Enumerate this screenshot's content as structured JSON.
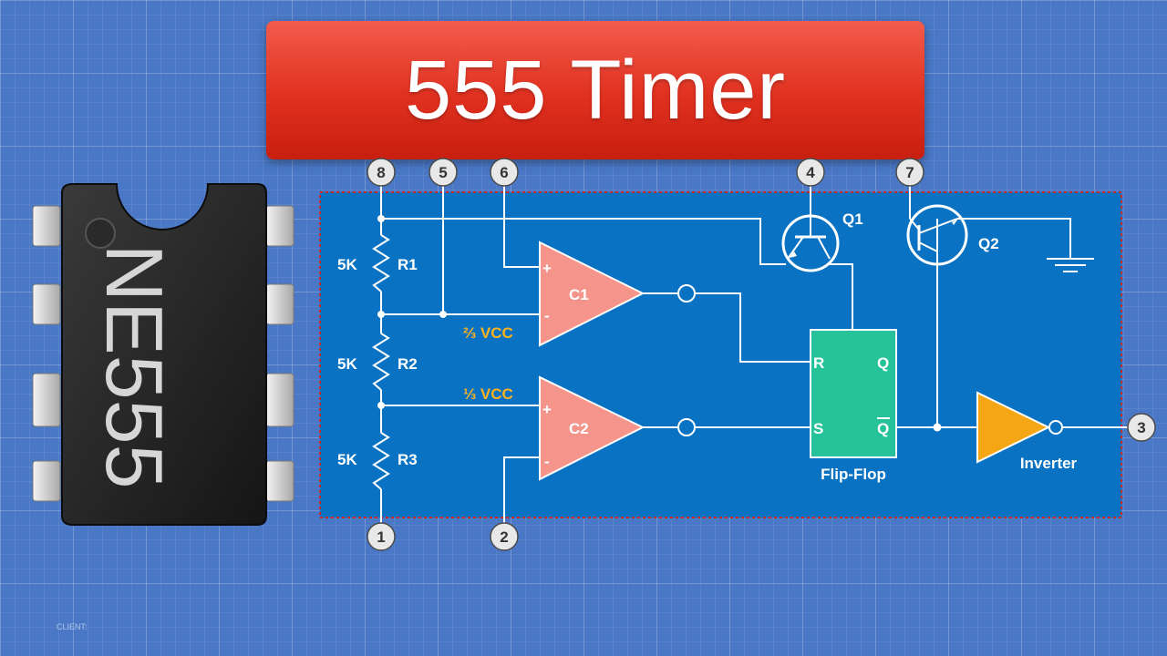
{
  "title": "555 Timer",
  "chip": {
    "marking": "NE555"
  },
  "pins": {
    "p8": "8",
    "p5": "5",
    "p6": "6",
    "p4": "4",
    "p7": "7",
    "p1": "1",
    "p2": "2",
    "p3": "3"
  },
  "resistors": [
    {
      "value": "5K",
      "name": "R1"
    },
    {
      "value": "5K",
      "name": "R2"
    },
    {
      "value": "5K",
      "name": "R3"
    }
  ],
  "references": {
    "upper": "⅔ VCC",
    "lower": "⅓ VCC"
  },
  "comparators": {
    "c1": {
      "name": "C1",
      "plus": "+",
      "minus": "-"
    },
    "c2": {
      "name": "C2",
      "plus": "+",
      "minus": "-"
    }
  },
  "transistors": {
    "q1": "Q1",
    "q2": "Q2"
  },
  "flip_flop": {
    "name": "Flip-Flop",
    "r": "R",
    "q": "Q",
    "s": "S",
    "qbar": "Q"
  },
  "inverter": {
    "name": "Inverter"
  },
  "footer": {
    "client": "CLIENT:"
  },
  "colors": {
    "board": "#0a72c2",
    "comparator": "#f4948a",
    "flip_flop": "#26c29a",
    "inverter": "#f5a615",
    "vcc_label": "#ffb21e",
    "banner": "#e0301f"
  }
}
